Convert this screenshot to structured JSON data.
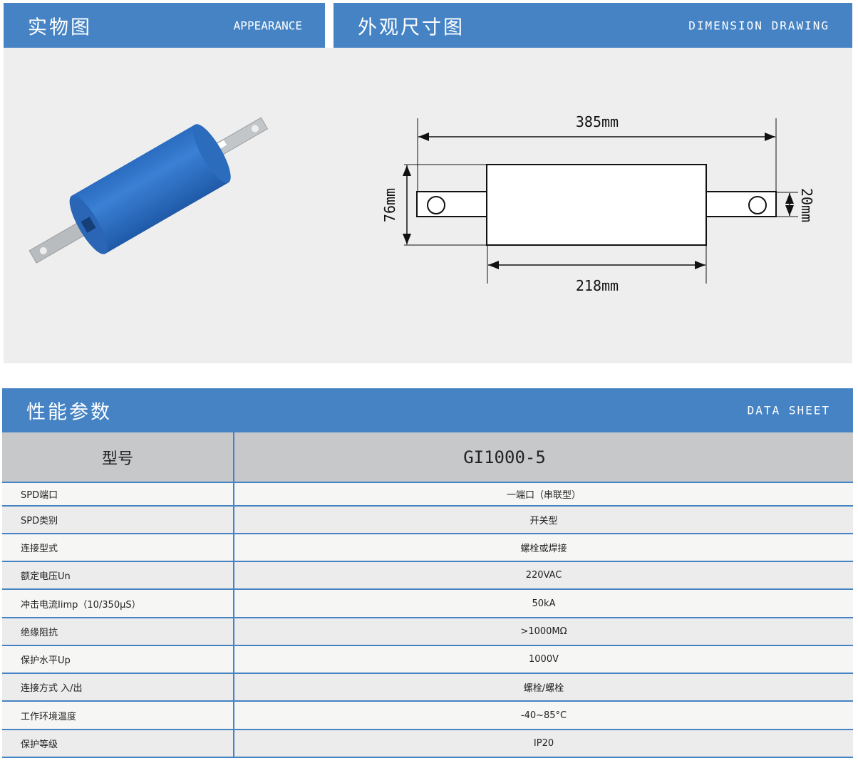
{
  "appearance": {
    "title_zh": "实物图",
    "title_en": "APPEARANCE"
  },
  "dimension": {
    "title_zh": "外观尺寸图",
    "title_en": "DIMENSION DRAWING",
    "total_length": "385mm",
    "body_length": "218mm",
    "body_diameter": "76mm",
    "terminal_width": "20mm"
  },
  "datasheet": {
    "title_zh": "性能参数",
    "title_en": "DATA SHEET",
    "header": {
      "label": "型号",
      "value": "GI1000-5"
    },
    "rows": [
      {
        "label": "SPD端口",
        "value": "一端口（串联型）"
      },
      {
        "label": "SPD类别",
        "value": "开关型"
      },
      {
        "label": "连接型式",
        "value": "螺栓或焊接"
      },
      {
        "label": "额定电压Un",
        "value": "220VAC"
      },
      {
        "label": "冲击电流Iimp（10/350μS）",
        "value": "50kA"
      },
      {
        "label": "绝缘阻抗",
        "value": ">1000MΩ"
      },
      {
        "label": "保护水平Up",
        "value": "1000V"
      },
      {
        "label": "连接方式 入/出",
        "value": "螺栓/螺栓"
      },
      {
        "label": "工作环境温度",
        "value": "-40~85°C"
      },
      {
        "label": "保护等级",
        "value": "IP20"
      }
    ]
  },
  "colors": {
    "header_blue": "#4583c4",
    "product_blue": "#2f73c4",
    "panel_gray": "#eeeeee"
  }
}
